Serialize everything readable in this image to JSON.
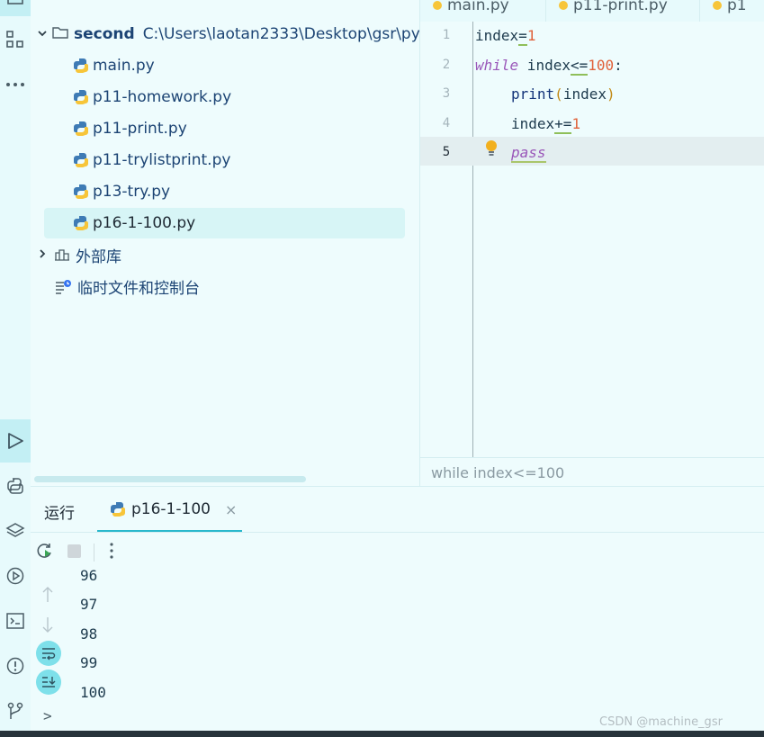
{
  "project": {
    "root_name": "second",
    "root_path": "C:\\Users\\laotan2333\\Desktop\\gsr\\py",
    "files": [
      "main.py",
      "p11-homework.py",
      "p11-print.py",
      "p11-trylistprint.py",
      "p13-try.py",
      "p16-1-100.py"
    ],
    "selected_file": "p16-1-100.py",
    "external_libs": "外部库",
    "scratches": "临时文件和控制台"
  },
  "tabs": [
    "main.py",
    "p11-print.py",
    "p1"
  ],
  "editor": {
    "line_numbers": [
      "1",
      "2",
      "3",
      "4",
      "5"
    ],
    "l1": {
      "a": "index",
      "op": "=",
      "num": "1"
    },
    "l2": {
      "kw": "while",
      "var": " index",
      "op": "<=",
      "num": "100",
      "colon": ":"
    },
    "l3": {
      "fn": "print",
      "lp": "(",
      "arg": "index",
      "rp": ")"
    },
    "l4": {
      "var": "index",
      "op": "+=",
      "num": "1"
    },
    "l5": {
      "kw": "pass"
    },
    "breadcrumb": "while index<=100"
  },
  "run": {
    "tab_run": "运行",
    "tab_config": "p16-1-100",
    "output": [
      "96",
      "97",
      "98",
      "99",
      "100"
    ],
    "prompt": ">"
  },
  "watermark": "CSDN @machine_gsr",
  "colors": {
    "background": "#eefcfd",
    "keyword": "#9a57b9",
    "number": "#e0613a",
    "accent": "#29b8cc",
    "file_text": "#1c4474"
  }
}
